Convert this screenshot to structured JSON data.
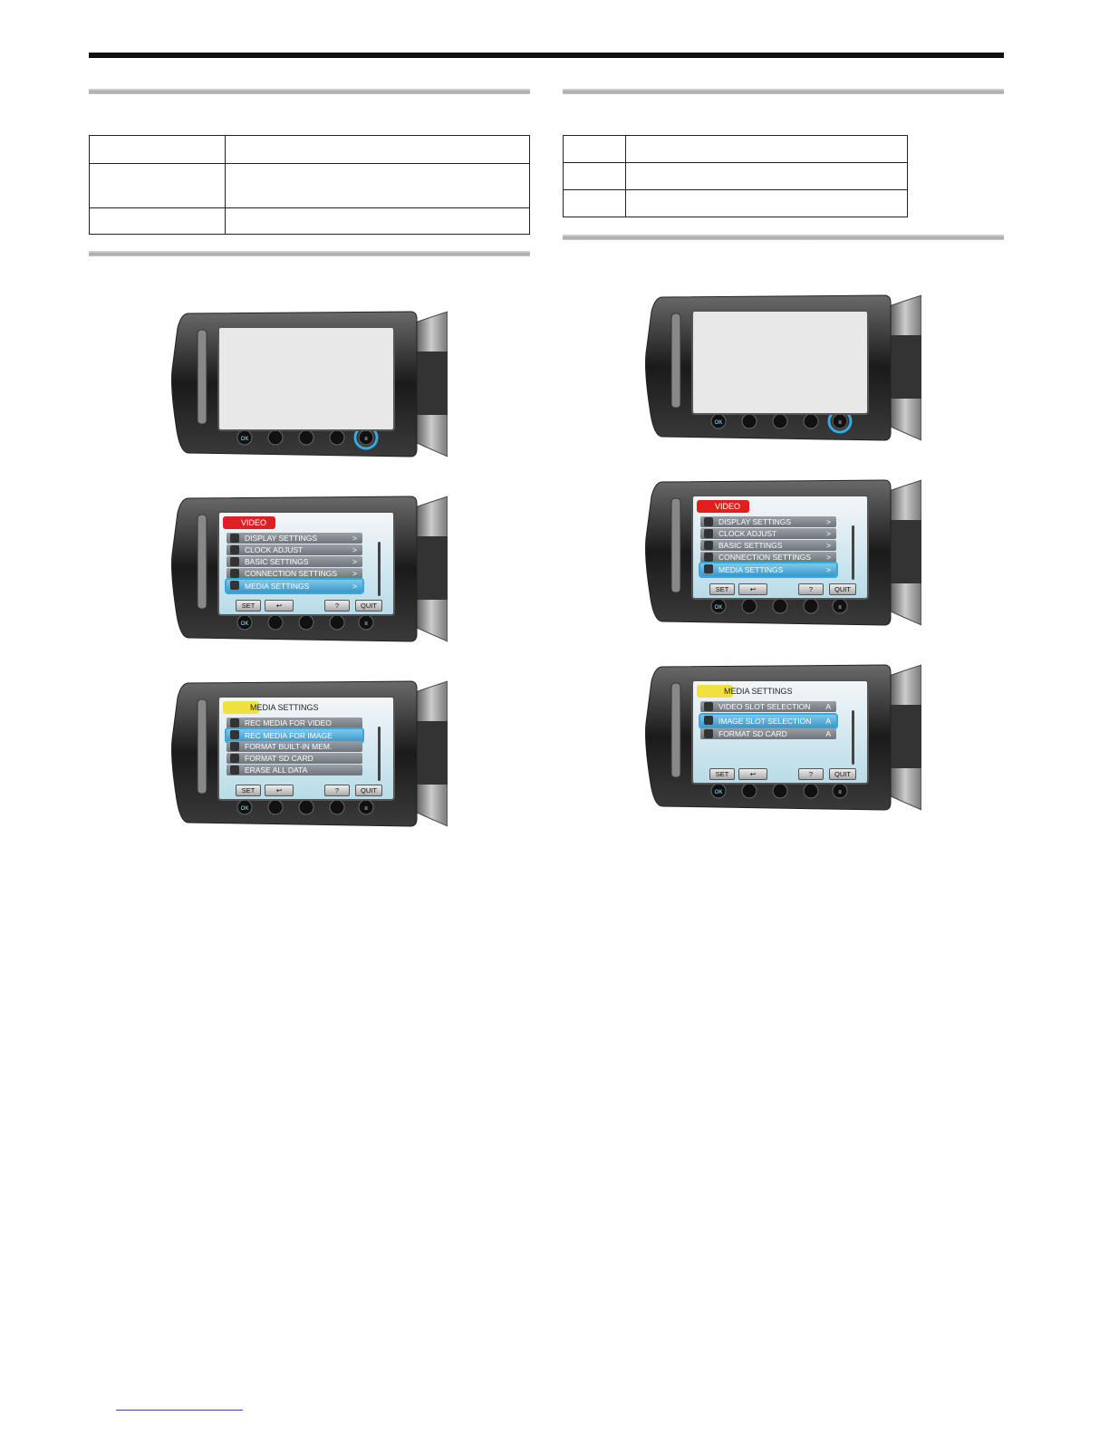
{
  "cameras": {
    "left1": {
      "screen": "blank",
      "highlight_button": "menu"
    },
    "left2": {
      "header": "VIDEO",
      "items": [
        "DISPLAY SETTINGS",
        "CLOCK ADJUST",
        "BASIC SETTINGS",
        "CONNECTION SETTINGS",
        "MEDIA SETTINGS"
      ],
      "chevron": ">",
      "selected_index": 4,
      "softkeys": [
        "SET",
        "↩",
        "?",
        "QUIT"
      ]
    },
    "left3": {
      "header": "MEDIA SETTINGS",
      "items": [
        "REC MEDIA FOR VIDEO",
        "REC MEDIA FOR IMAGE",
        "FORMAT BUILT-IN MEM.",
        "FORMAT SD CARD",
        "ERASE ALL DATA"
      ],
      "selected_index": 1,
      "softkeys": [
        "SET",
        "↩",
        "?",
        "QUIT"
      ]
    },
    "right1": {
      "screen": "blank",
      "highlight_button": "menu"
    },
    "right2": {
      "header": "VIDEO",
      "items": [
        "DISPLAY SETTINGS",
        "CLOCK ADJUST",
        "BASIC SETTINGS",
        "CONNECTION SETTINGS",
        "MEDIA SETTINGS"
      ],
      "chevron": ">",
      "selected_index": 4,
      "softkeys": [
        "SET",
        "↩",
        "?",
        "QUIT"
      ]
    },
    "right3": {
      "header": "MEDIA SETTINGS",
      "items": [
        "VIDEO SLOT SELECTION",
        "IMAGE SLOT SELECTION",
        "FORMAT SD CARD"
      ],
      "badge": "A",
      "selected_index": 1,
      "softkeys": [
        "SET",
        "↩",
        "?",
        "QUIT"
      ]
    }
  },
  "colors": {
    "highlight": "#38a8e0",
    "video_header": "#e02020",
    "media_header": "#f0e040"
  },
  "icons": {
    "ok_button": "ok-icon",
    "menu_button": "menu-icon",
    "scroll": "scroll-arrows-icon"
  }
}
